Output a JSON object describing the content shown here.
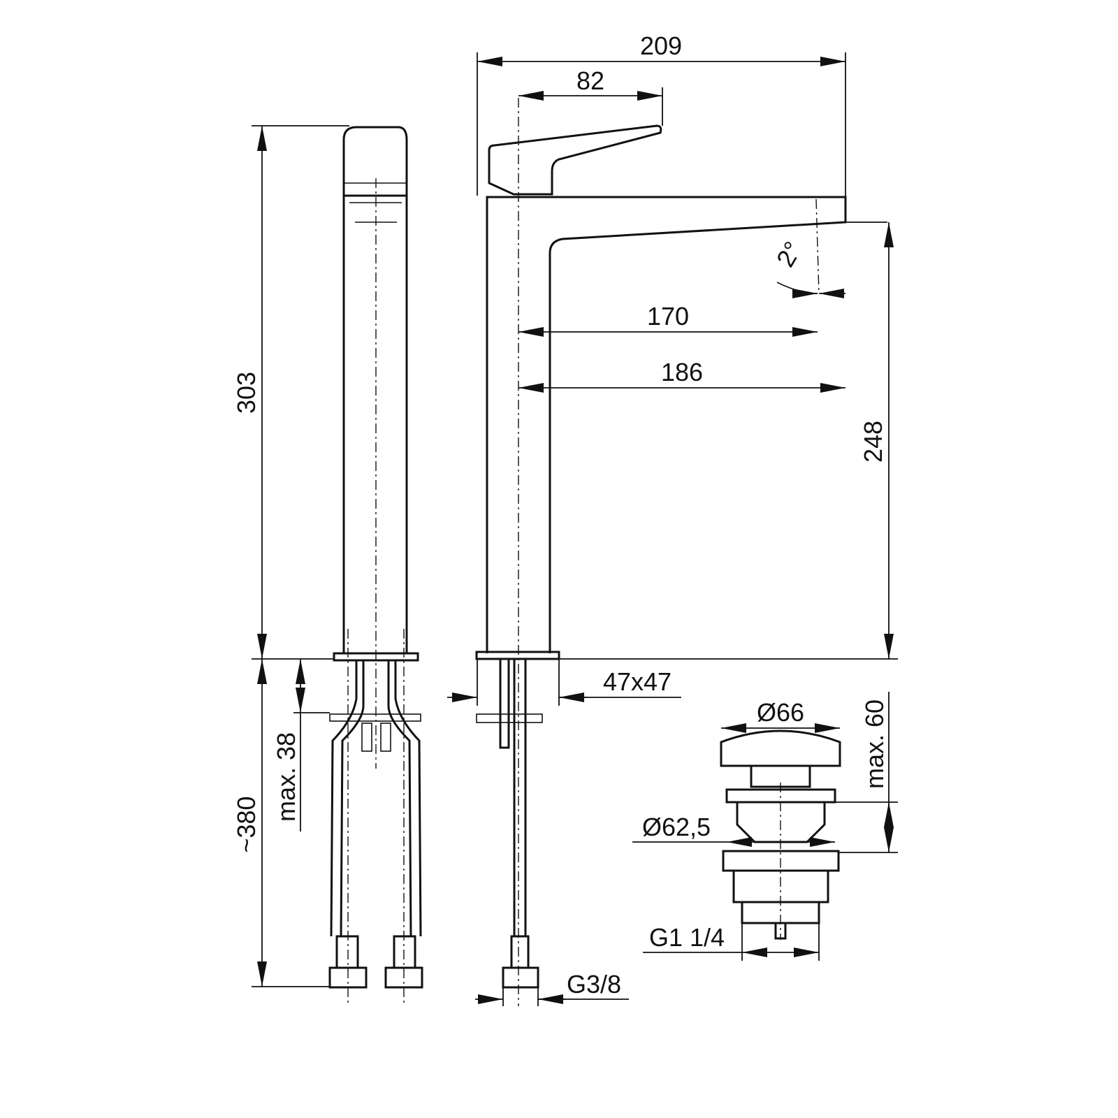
{
  "dimensions": {
    "overall_width": "209",
    "lever_reach": "82",
    "left_height": "303",
    "spout_reach_170": "170",
    "spout_reach_186": "186",
    "spout_height": "248",
    "spout_angle": "2°",
    "base_size": "47x47",
    "hose_length": "~380",
    "max_deck": "max. 38",
    "drain_cap_dia": "Ø66",
    "drain_max": "max. 60",
    "drain_flange_dia": "Ø62,5",
    "drain_thread": "G1 1/4",
    "hose_thread": "G3/8"
  }
}
